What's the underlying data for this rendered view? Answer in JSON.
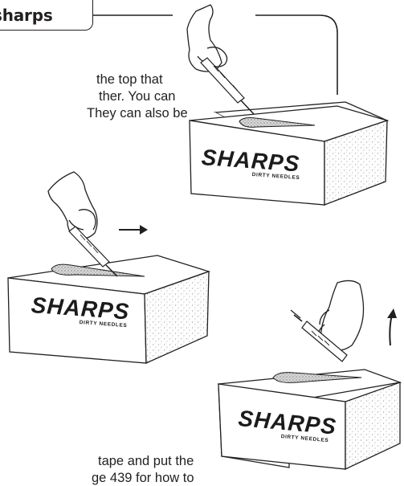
{
  "heading": {
    "label": "sharps"
  },
  "paragraph_top": {
    "lines": [
      "the top that",
      "ther. You can",
      "They can also be"
    ]
  },
  "paragraph_bottom": {
    "lines": [
      "tape and put the",
      "ge 439 for how to"
    ]
  },
  "sharps_boxes": [
    {
      "label": "SHARPS",
      "sublabel": "DIRTY NEEDLES"
    },
    {
      "label": "SHARPS",
      "sublabel": "DIRTY NEEDLES"
    },
    {
      "label": "SHARPS",
      "sublabel": "DIRTY NEEDLES"
    }
  ],
  "steps": [
    {
      "motion": "right-arrow"
    },
    {
      "motion": "curved-up-arrow"
    }
  ]
}
